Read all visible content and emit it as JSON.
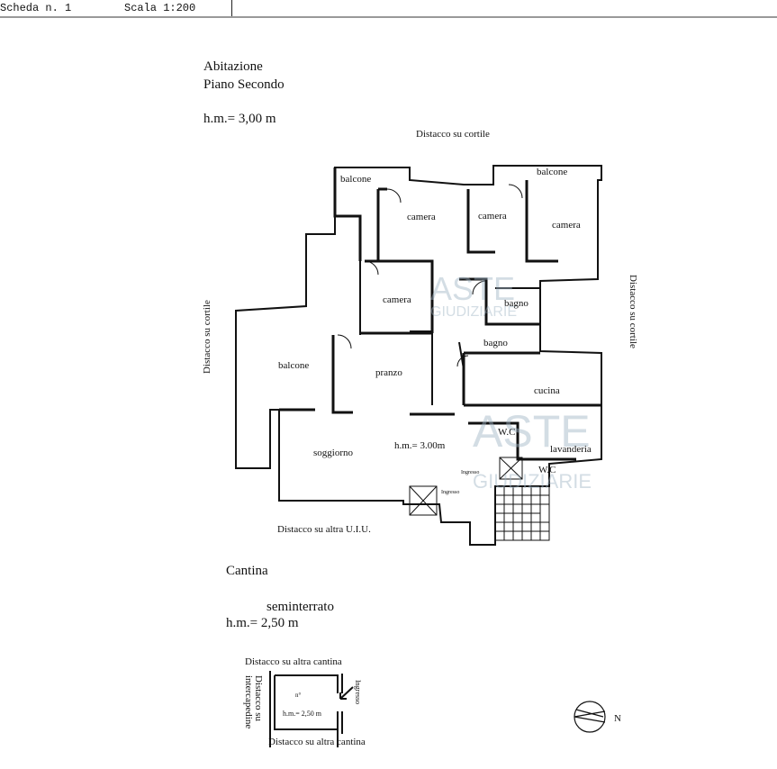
{
  "header": {
    "scheda": "Scheda n. 1",
    "scala": "Scala 1:200"
  },
  "plan": {
    "title1": "Abitazione",
    "title2": "Piano Secondo",
    "height": "h.m.= 3,00 m",
    "top_label": "Distacco su cortile",
    "left_label": "Distacco su cortile",
    "right_label": "Distacco su cortile",
    "bottom_label": "Distacco su altra U.I.U.",
    "rooms": {
      "balcone_top_left": "balcone",
      "balcone_top_right": "balcone",
      "camera1": "camera",
      "camera2": "camera",
      "camera3": "camera",
      "camera4": "camera",
      "bagno1": "bagno",
      "bagno2": "bagno",
      "balcone_left": "balcone",
      "pranzo": "pranzo",
      "cucina": "cucina",
      "wc1": "W.C",
      "wc2": "W.C",
      "lavanderia": "lavanderia",
      "soggiorno": "soggiorno",
      "inner_height": "h.m.= 3.00m",
      "ingresso1": "Ingresso",
      "ingresso2": "Ingresso"
    }
  },
  "cantina": {
    "title": "Cantina",
    "level": "seminterrato",
    "height": "h.m.= 2,50 m",
    "top_label": "Distacco su altra cantina",
    "bottom_label": "Distacco su altra cantina",
    "left_label": "Distacco su intercapedine",
    "entry": "Ingresso",
    "inner_height": "h.m.= 2,50 m",
    "number": "n°"
  },
  "compass": {
    "north": "N"
  },
  "watermark": {
    "line1": "ASTE",
    "line2": "GIUDIZIARIE"
  }
}
